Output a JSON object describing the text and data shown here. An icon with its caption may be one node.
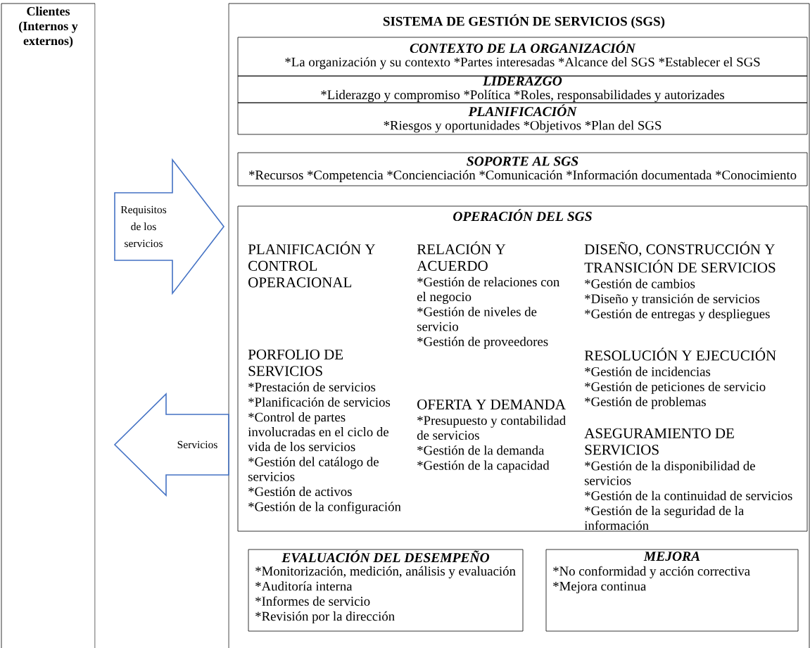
{
  "diagram": {
    "nodes": [
      {
        "text": [
          "Clientes (Internos y externos)"
        ]
      },
      {
        "text": [
          "SISTEMA DE GESTIÓN DE SERVICIOS (SGS)"
        ]
      },
      {
        "text": [
          "CONTEXTO DE LA ORGANIZACIÓN",
          "*La organización y su contexto *Partes interesadas *Alcance del SGS *Establecer el SGS"
        ],
        "in": 1
      },
      {
        "text": [
          "LIDERAZGO",
          "*Liderazgo y compromiso *Política *Roles, responsabilidades y autorizades"
        ],
        "in": 1
      },
      {
        "text": [
          "PLANIFICACIÓN",
          "*Riesgos y oportunidades *Objetivos *Plan del SGS"
        ],
        "in": 1
      },
      {
        "text": [
          "SOPORTE AL SGS",
          "*Recursos *Competencia *Concienciación *Comunicación *Información documentada *Conocimiento"
        ],
        "in": 1
      },
      {
        "text": [
          "OPERACIÓN DEL SGS",
          "PLANIFICACIÓN Y CONTROL OPERACIONAL",
          "PORFOLIO DE SERVICIOS",
          "*Prestación de servicios",
          "*Planificación de servicios",
          "*Control de partes involucradas en el ciclo de vida de los servicios",
          "*Gestión del catálogo de servicios",
          "*Gestión de activos",
          "*Gestión de la configuración",
          "RELACIÓN Y ACUERDO",
          "*Gestión de relaciones con el negocio",
          "*Gestión de niveles de servicio",
          "*Gestión de proveedores",
          "OFERTA Y DEMANDA",
          "*Presupuesto y contabilidad de servicios",
          "*Gestión de la demanda",
          "*Gestión de la capacidad",
          "DISEÑO, CONSTRUCCIÓN Y TRANSICIÓN DE SERVICIOS",
          "*Gestión de cambios",
          "*Diseño y transición de servicios",
          "*Gestión de entregas y despliegues",
          "RESOLUCIÓN Y EJECUCIÓN",
          "*Gestión de incidencias",
          "*Gestión de peticiones de servicio",
          "*Gestión de problemas",
          "ASEGURAMIENTO DE SERVICIOS",
          "*Gestión de la disponibilidad de servicios",
          "*Gestión de la continuidad de servicios",
          "*Gestión de la seguridad de la información"
        ],
        "in": 1
      },
      {
        "text": [
          "EVALUACIÓN DEL DESEMPEÑO",
          "*Monitorización, medición, análisis y evaluación",
          "*Auditoría interna",
          "*Informes de servicio",
          "*Revisión por la dirección"
        ],
        "in": 1
      },
      {
        "text": [
          "MEJORA",
          "*No conformidad y acción correctiva",
          "*Mejora continua"
        ],
        "in": 1
      }
    ],
    "edges": [
      {
        "from": 0,
        "to": 1,
        "arrow": "to",
        "label": "Requisitos de los servicios"
      },
      {
        "from": 1,
        "to": 0,
        "arrow": "to",
        "label": "Servicios"
      }
    ]
  }
}
